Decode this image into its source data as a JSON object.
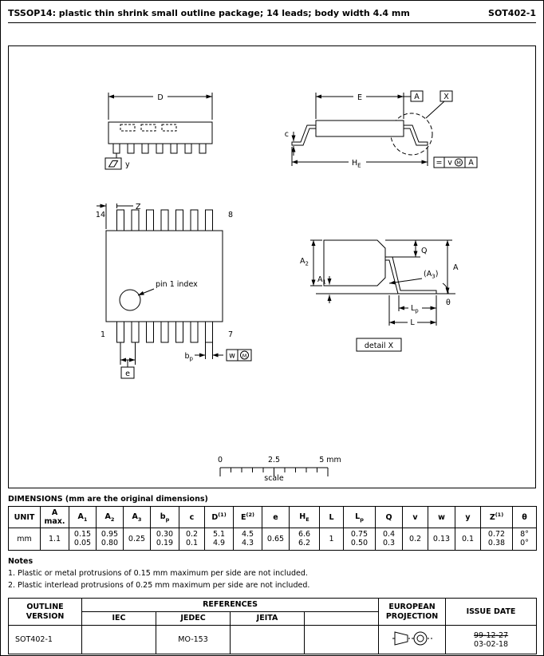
{
  "header": {
    "title": "TSSOP14: plastic thin shrink small outline package; 14 leads; body width 4.4 mm",
    "code": "SOT402-1"
  },
  "drawing": {
    "side_view": {
      "D": "D",
      "y_datum": "y"
    },
    "end_view": {
      "E": "E",
      "A_datum": "A",
      "X_ref": "X",
      "c": "c",
      "HE_base": "H",
      "HE_sub": "E",
      "frame_eq": "=",
      "frame_v": "v",
      "frame_m": "M",
      "frame_a": "A"
    },
    "top_view": {
      "Z": "Z",
      "pin14": "14",
      "pin8": "8",
      "pin1": "1",
      "pin7": "7",
      "pin1_index": "pin 1 index",
      "e": "e",
      "bp_base": "b",
      "bp_sub": "p",
      "w": "w",
      "m": "M"
    },
    "detail_view": {
      "A2_base": "A",
      "A2_sub": "2",
      "A1_base": "A",
      "A1_sub": "1",
      "A3_open": "(A",
      "A3_sub": "3",
      "A3_close": ")",
      "A": "A",
      "Q": "Q",
      "Lp_base": "L",
      "Lp_sub": "p",
      "L": "L",
      "theta": "θ",
      "caption": "detail X"
    },
    "scale_bar": {
      "zero": "0",
      "mid": "2.5",
      "end": "5 mm",
      "label": "scale"
    }
  },
  "dim_section": {
    "heading": "DIMENSIONS (mm are the original dimensions)"
  },
  "dim_table": {
    "cols": [
      {
        "base": "UNIT"
      },
      {
        "base": "A",
        "line2": "max."
      },
      {
        "base": "A",
        "sub": "1"
      },
      {
        "base": "A",
        "sub": "2"
      },
      {
        "base": "A",
        "sub": "3"
      },
      {
        "base": "b",
        "sub": "p"
      },
      {
        "base": "c"
      },
      {
        "base": "D",
        "sup": "(1)"
      },
      {
        "base": "E",
        "sup": "(2)"
      },
      {
        "base": "e"
      },
      {
        "base": "H",
        "sub": "E"
      },
      {
        "base": "L"
      },
      {
        "base": "L",
        "sub": "p"
      },
      {
        "base": "Q"
      },
      {
        "base": "v"
      },
      {
        "base": "w"
      },
      {
        "base": "y"
      },
      {
        "base": "Z",
        "sup": "(1)"
      },
      {
        "base": "θ"
      }
    ],
    "values": [
      "mm",
      "1.1",
      "0.15\n0.05",
      "0.95\n0.80",
      "0.25",
      "0.30\n0.19",
      "0.2\n0.1",
      "5.1\n4.9",
      "4.5\n4.3",
      "0.65",
      "6.6\n6.2",
      "1",
      "0.75\n0.50",
      "0.4\n0.3",
      "0.2",
      "0.13",
      "0.1",
      "0.72\n0.38",
      "8°\n0°"
    ]
  },
  "notes": {
    "heading": "Notes",
    "items": [
      "1. Plastic or metal protrusions of 0.15 mm maximum per side are not included.",
      "2. Plastic interlead protrusions of 0.25 mm maximum per side are not included."
    ]
  },
  "ref_table": {
    "outline_version": "OUTLINE VERSION",
    "references": "REFERENCES",
    "iec": "IEC",
    "jedec": "JEDEC",
    "jeita": "JEITA",
    "european_projection": "EUROPEAN PROJECTION",
    "issue_date": "ISSUE DATE",
    "row": {
      "outline": "SOT402-1",
      "iec": "",
      "jedec": "MO-153",
      "jeita": "",
      "date_old": "99-12-27",
      "date_new": "03-02-18"
    }
  }
}
